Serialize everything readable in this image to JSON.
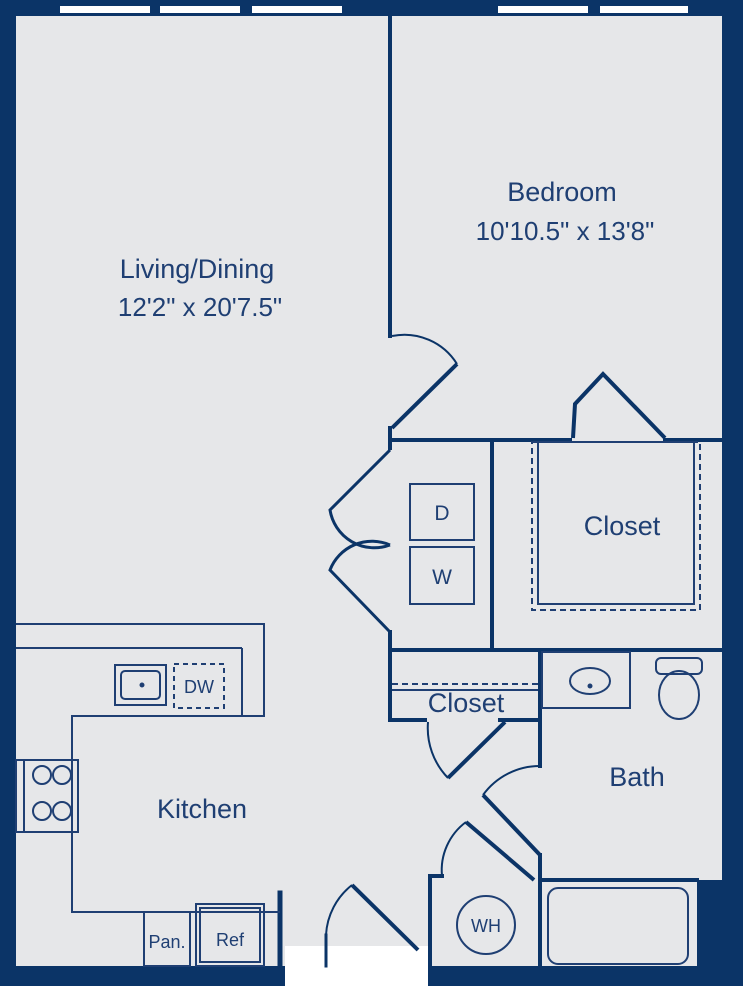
{
  "colors": {
    "wall": "#0b3467",
    "floor": "#e6e7e9",
    "fixture_line": "#1f3f73",
    "window": "#ffffff"
  },
  "rooms": {
    "living_dining": {
      "name": "Living/Dining",
      "dimensions": "12'2\" x 20'7.5\""
    },
    "bedroom": {
      "name": "Bedroom",
      "dimensions": "10'10.5\" x 13'8\""
    },
    "bedroom_closet": {
      "name": "Closet"
    },
    "hall_closet": {
      "name": "Closet"
    },
    "bath": {
      "name": "Bath"
    },
    "kitchen": {
      "name": "Kitchen"
    }
  },
  "fixtures": {
    "dryer": "D",
    "washer": "W",
    "dishwasher": "DW",
    "pantry": "Pan.",
    "refrigerator": "Ref",
    "water_heater": "WH"
  }
}
